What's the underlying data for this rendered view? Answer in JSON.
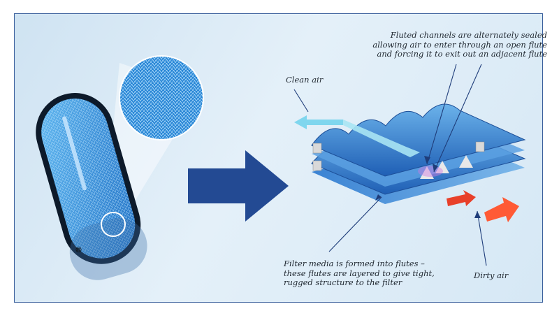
{
  "labels": {
    "fluted_channels": [
      "Fluted channels are alternately sealed",
      "allowing air to enter through an open flute",
      "and forcing it to exit out an adjacent flute"
    ],
    "clean_air": "Clean air",
    "filter_media": [
      "Filter media is formed into flutes –",
      "these flutes are layered to give tight,",
      "rugged structure to the filter"
    ],
    "dirty_air": "Dirty air",
    "registered_mark": "®"
  },
  "colors": {
    "frame_border": "#3a5f9c",
    "big_arrow": "#234a93",
    "media_blue": "#2f7fcf",
    "clean_air_arrow": "#7fd6ee",
    "dirty_air_arrow": "#e8402a"
  }
}
